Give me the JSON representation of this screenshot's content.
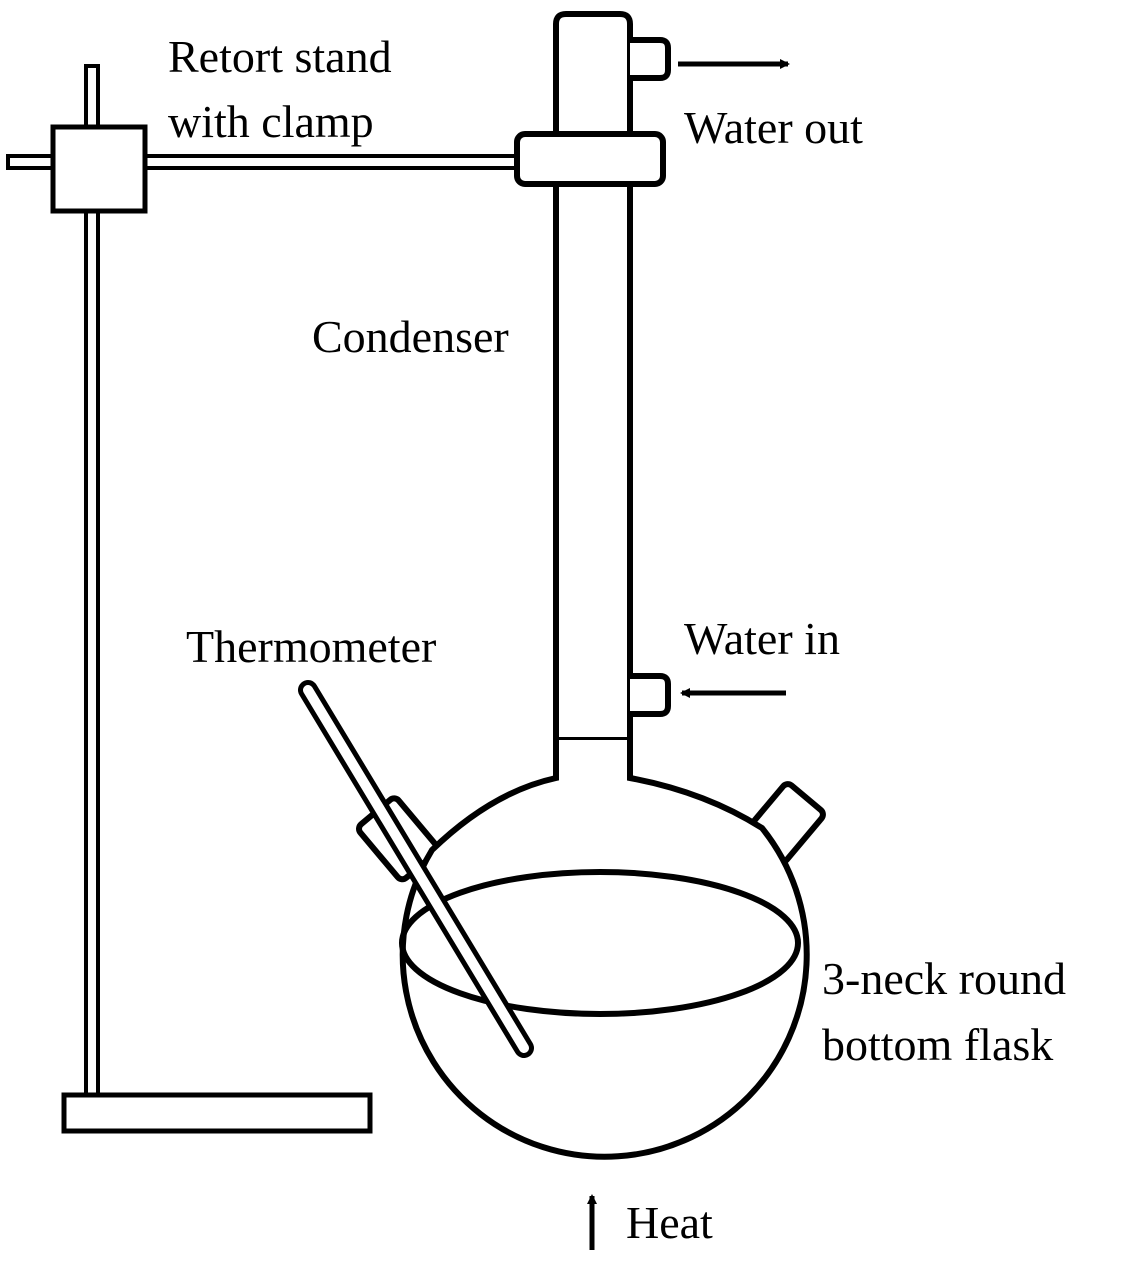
{
  "labels": {
    "retort_stand_line1": "Retort stand",
    "retort_stand_line2": "with clamp",
    "water_out": "Water out",
    "condenser": "Condenser",
    "thermometer": "Thermometer",
    "water_in": "Water in",
    "flask_line1": "3-neck round",
    "flask_line2": "bottom flask",
    "heat": "Heat"
  },
  "colors": {
    "line": "#000000",
    "background": "#ffffff"
  }
}
